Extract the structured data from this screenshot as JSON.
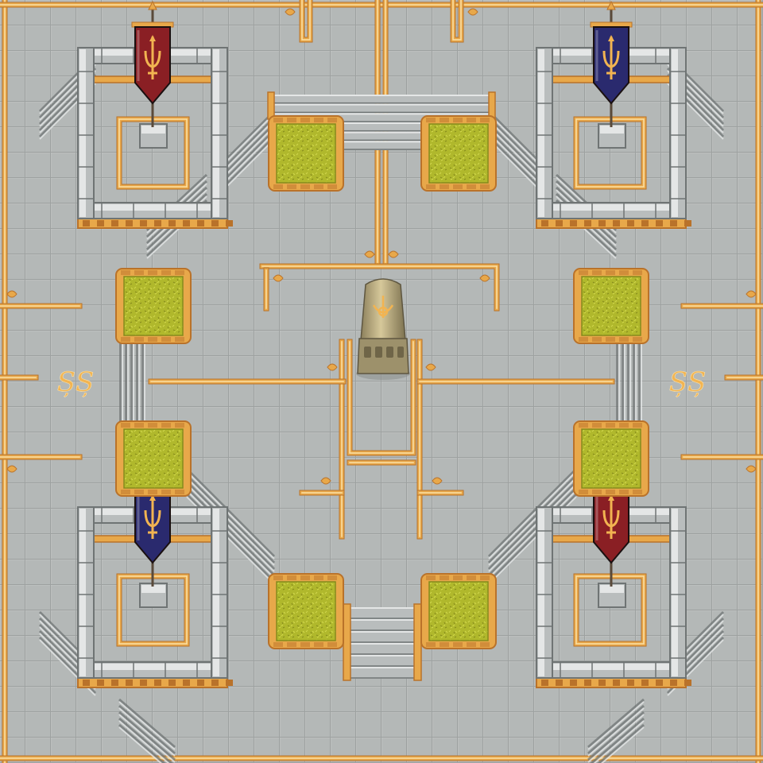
{
  "map": {
    "name": "",
    "floor_tiles": 30,
    "colors": {
      "floor": "#aeb2b1",
      "floor_line": "#c9cccc",
      "floor_grout": "#9da1a0",
      "gold": "#e8a84a",
      "gold_light": "#fbe0a6",
      "gold_dark": "#b9722a",
      "wall_light": "#e4e6e6",
      "wall_mid": "#b9bdbd",
      "wall_dark": "#6f7474",
      "grass": "#b0b82c",
      "grass_dark": "#858a1c",
      "grass_light": "#d2d84e",
      "stone_obelisk": "#b8a97a",
      "obelisk_dark": "#6f6548",
      "banner_red": "#8a1f24",
      "banner_blue": "#2a2a6e",
      "emblem": "#f2b451"
    }
  },
  "towers": [
    {
      "id": "tower-nw",
      "banner": "red"
    },
    {
      "id": "tower-ne",
      "banner": "blue"
    },
    {
      "id": "tower-sw",
      "banner": "blue"
    },
    {
      "id": "tower-se",
      "banner": "red"
    }
  ],
  "floor_glyphs": [
    "ȘȘ",
    "ȘȘ"
  ],
  "planters_count": 8,
  "obelisk": {
    "emblem": "trident"
  }
}
